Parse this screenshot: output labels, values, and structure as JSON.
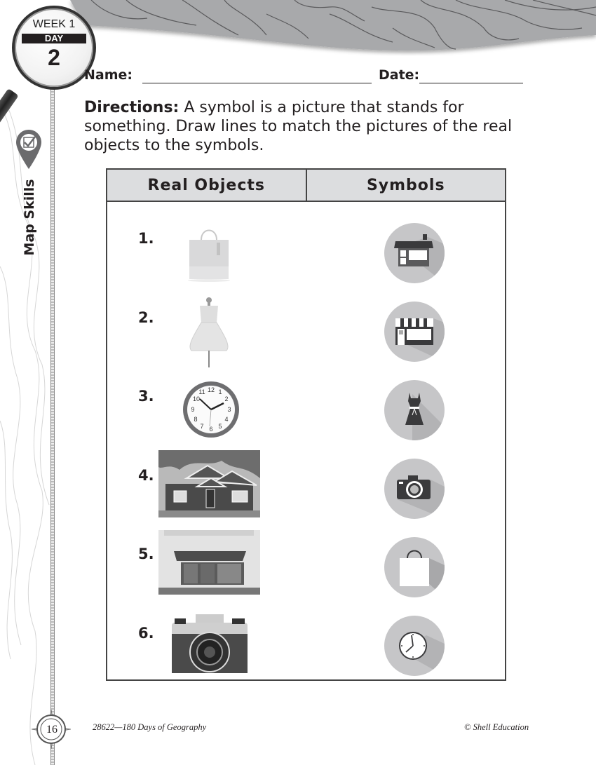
{
  "badge": {
    "week": "WEEK 1",
    "day_label": "DAY",
    "day_number": "2"
  },
  "section": {
    "label": "Map Skills",
    "icon": "map-checkmark-pin-icon"
  },
  "form": {
    "name_label": "Name:",
    "date_label": "Date:"
  },
  "directions": {
    "label": "Directions:",
    "text": "A symbol is a picture that stands for something.  Draw lines to match the pictures of the real objects to the symbols."
  },
  "table": {
    "headers": [
      "Real Objects",
      "Symbols"
    ],
    "rows": [
      {
        "number": "1.",
        "object": "shopping bag photo",
        "symbol": "house-icon"
      },
      {
        "number": "2.",
        "object": "dress on mannequin photo",
        "symbol": "storefront-icon"
      },
      {
        "number": "3.",
        "object": "wall clock photo",
        "symbol": "dress-icon"
      },
      {
        "number": "4.",
        "object": "house photo",
        "symbol": "camera-icon"
      },
      {
        "number": "5.",
        "object": "storefront photo",
        "symbol": "shopping-bag-icon"
      },
      {
        "number": "6.",
        "object": "camera photo",
        "symbol": "clock-icon"
      }
    ],
    "clock_numbers": [
      "12",
      "1",
      "2",
      "3",
      "4",
      "5",
      "6",
      "7",
      "8",
      "9",
      "10",
      "11"
    ]
  },
  "footer": {
    "page_number": "16",
    "book": "28622—180 Days of Geography",
    "copyright": "© Shell Education"
  },
  "colors": {
    "symbol_bg": "#c6c6c8",
    "symbol_shadow": "#b0b0b2",
    "icon_dark": "#3a3a3c",
    "header_bg": "#dcdddf"
  }
}
